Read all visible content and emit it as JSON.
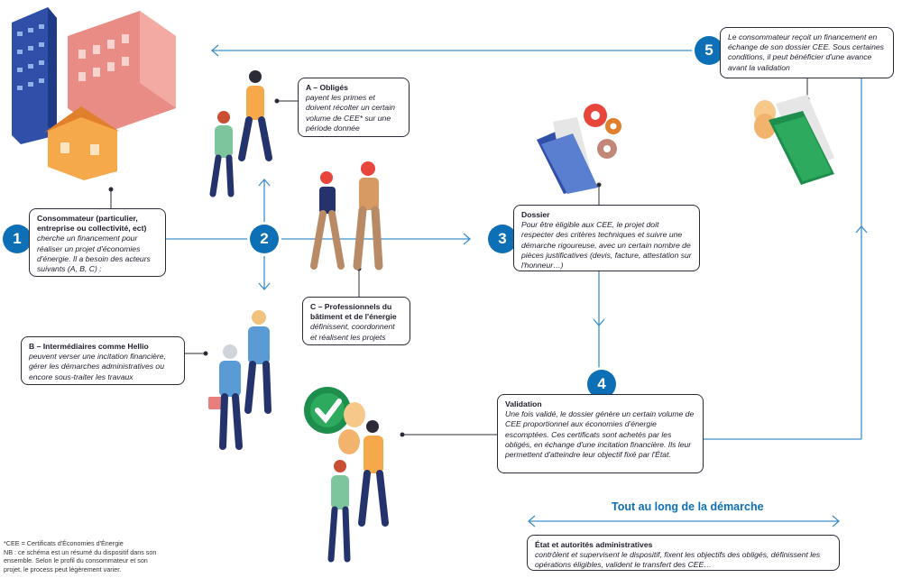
{
  "colors": {
    "primary_blue": "#0d6fb5",
    "line_blue": "#3d8fcc",
    "border_dark": "#2b2b38"
  },
  "steps": [
    "1",
    "2",
    "3",
    "4",
    "5"
  ],
  "boxes": {
    "consumer": {
      "title": "Consommateur (particulier, entreprise ou collectivité, ect)",
      "text": "cherche un financement pour réaliser un projet d'économies d'énergie. Il a besoin des acteurs suivants (A, B, C) :"
    },
    "obliges": {
      "title": "A – Obligés",
      "text": "payent les primes et doivent récolter un certain volume de CEE* sur une période donnée"
    },
    "pros": {
      "title": "C – Professionnels du bâtiment et de l'énergie",
      "text": "définissent, coordonnent et réalisent les projets"
    },
    "intermediaires": {
      "title": "B – Intermédiaires comme Hellio",
      "text": "peuvent verser une incitation financière, gérer les démarches administratives ou encore sous-traiter les travaux"
    },
    "dossier": {
      "title": "Dossier",
      "text": "Pour être éligible aux CEE, le projet doit respecter des critères techniques et suivre une démarche rigoureuse, avec un certain nombre de pièces justificatives (devis, facture, attestation sur l'honneur…)"
    },
    "validation": {
      "title": "Validation",
      "text": "Une fois validé, le dossier génère un certain volume de CEE proportionnel aux économies d'énergie escomptées. Ces certificats sont achetés par les obligés, en échange d'une incitation financière. Ils leur permettent d'atteindre leur objectif fixé par l'État."
    },
    "reception": {
      "text": "Le consommateur reçoit un financement en échange de son dossier CEE. Sous certaines conditions, il peut bénéficier d'une avance avant la validation"
    },
    "etat": {
      "title": "État et autorités administratives",
      "text": "contrôlent et supervisent le dispositif, fixent les objectifs des obligés, définissent les opérations éligibles, valident le transfert des CEE…"
    }
  },
  "tout_au_long": "Tout au long de la démarche",
  "footnote": {
    "line1": "*CEE = Certificats d'Économies d'Énergie",
    "line2": "NB : ce schéma est un résumé du dispositif dans son ensemble. Selon le profil du consommateur et son projet, le process peut légèrement varier."
  }
}
